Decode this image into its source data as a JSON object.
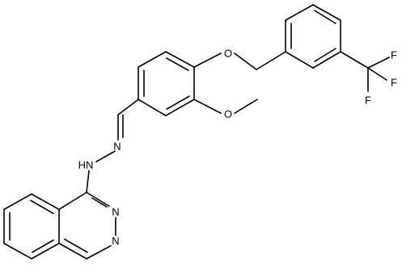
{
  "molecule": {
    "labels": {
      "ether_oxygen": "O",
      "methoxy_oxygen": "O",
      "fluorine_1": "F",
      "fluorine_2": "F",
      "fluorine_3": "F",
      "imine_nitrogen": "N",
      "hydrazine_nh": "HN",
      "ring_nitrogen_1": "N",
      "ring_nitrogen_2": "N"
    }
  }
}
